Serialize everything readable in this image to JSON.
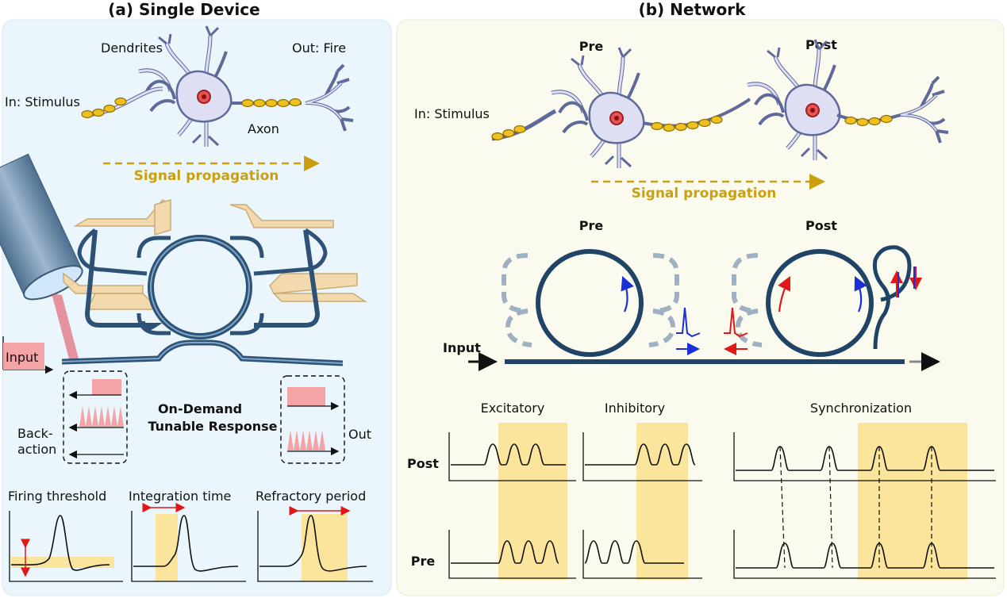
{
  "panel_a": {
    "title": "(a) Single Device",
    "dendrites": "Dendrites",
    "out_fire": "Out: Fire",
    "in_stimulus": "In: Stimulus",
    "axon": "Axon",
    "signal": "Signal propagation",
    "input": "Input",
    "back_line1": "Back-",
    "back_line2": "action",
    "tunable_line1": "On-Demand",
    "tunable_line2": "Tunable Response",
    "out": "Out",
    "firing": "Firing threshold",
    "integration": "Integration time",
    "refractory": "Refractory period"
  },
  "panel_b": {
    "title": "(b) Network",
    "pre": "Pre",
    "post": "Post",
    "in_stimulus": "In: Stimulus",
    "signal": "Signal propagation",
    "pre2": "Pre",
    "post2": "Post",
    "input": "Input",
    "excitatory": "Excitatory",
    "inhibitory": "Inhibitory",
    "sync": "Synchronization",
    "row_post": "Post",
    "row_pre": "Pre"
  },
  "colors": {
    "panel_a_bg": "#eaf6fb",
    "panel_b_bg": "#fbfaee",
    "waveguide": "#2d5276",
    "highlight": "#fbe49b",
    "input_pink": "#f4a4a6",
    "gold": "#c9a010"
  }
}
